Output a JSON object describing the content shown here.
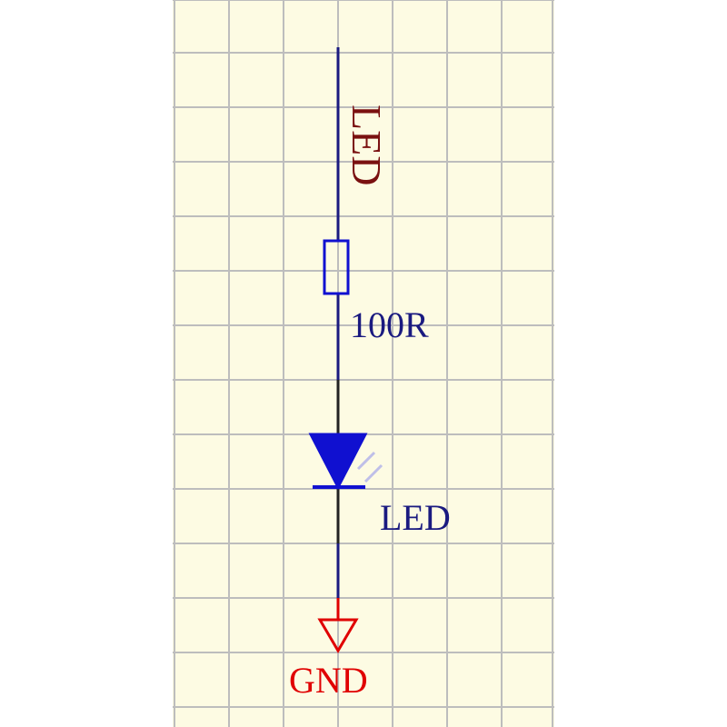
{
  "schematic": {
    "net_label": {
      "text": "LED",
      "color": "#7a1010"
    },
    "resistor": {
      "value": "100R",
      "color": "#1010d0"
    },
    "led": {
      "designator": "LED",
      "color": "#1010d0"
    },
    "ground": {
      "text": "GND",
      "color": "#e00000"
    },
    "wire_color": "#1a1a80",
    "sheet_color": "#fdfbe3",
    "grid_color": "#bdbdbd"
  }
}
